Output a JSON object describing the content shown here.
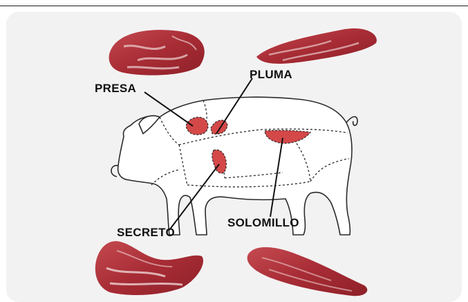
{
  "diagram": {
    "labels": {
      "presa": "PRESA",
      "pluma": "PLUMA",
      "secreto": "SECRETO",
      "solomillo": "SOLOMILLO"
    },
    "colors": {
      "cut_highlight": "#d44848",
      "meat": "#b8383e",
      "outline": "#2a2a2a",
      "background": "#f3f2f2"
    }
  }
}
